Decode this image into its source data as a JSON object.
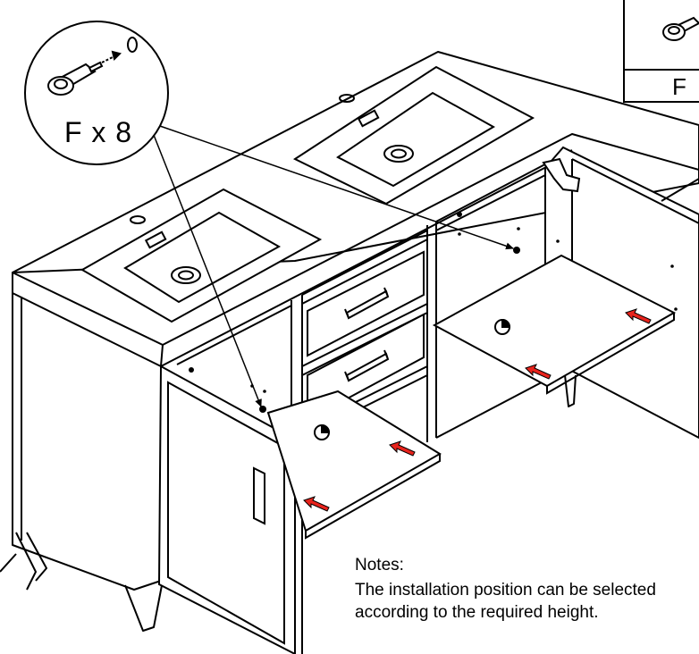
{
  "callout": {
    "label": "F x 8",
    "icon": "cam-lock-fitting-icon"
  },
  "part_reference": {
    "label": "F",
    "icon": "cam-lock-fitting-icon"
  },
  "notes": {
    "title": "Notes:",
    "lines": [
      "The installation position can be selected",
      "according to the required height."
    ]
  },
  "colors": {
    "line": "#000000",
    "insert_arrow": "#e8231c",
    "background": "#ffffff"
  }
}
